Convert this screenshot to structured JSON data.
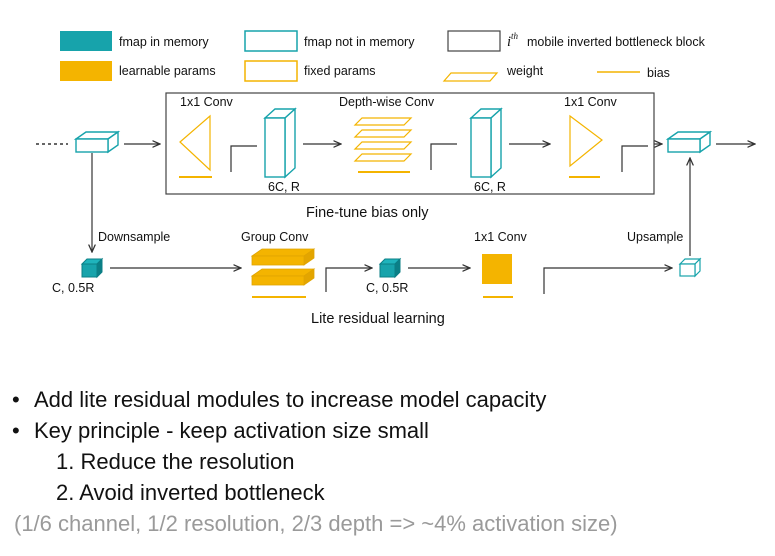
{
  "colors": {
    "teal": "#17a3ab",
    "teal_dark": "#0b7f86",
    "orange": "#f4b400",
    "orange_light": "#f8cc4c",
    "line": "#333333",
    "grey_text": "#9a9a9a"
  },
  "legend": {
    "fmap_in_memory": "fmap in memory",
    "fmap_not_in_memory": "fmap not in memory",
    "block_label": "mobile inverted bottleneck block",
    "learnable_params": "learnable params",
    "fixed_params": "fixed params",
    "weight": "weight",
    "bias": "bias"
  },
  "block_top": {
    "conv1": "1x1 Conv",
    "dwconv": "Depth-wise Conv",
    "conv2": "1x1 Conv",
    "dim1": "6C, R",
    "dim2": "6C, R",
    "caption": "Fine-tune bias only"
  },
  "block_bottom": {
    "downsample": "Downsample",
    "group_conv": "Group Conv",
    "conv": "1x1 Conv",
    "upsample": "Upsample",
    "dim1": "C, 0.5R",
    "dim2": "C, 0.5R",
    "caption": "Lite residual learning"
  },
  "bullets": [
    "Add lite residual modules to increase model capacity",
    "Key principle - keep activation size small"
  ],
  "sub_bullets": [
    "1. Reduce the resolution",
    "2. Avoid inverted bottleneck"
  ],
  "note": "(1/6 channel, 1/2 resolution, 2/3 depth => ~4% activation size)"
}
